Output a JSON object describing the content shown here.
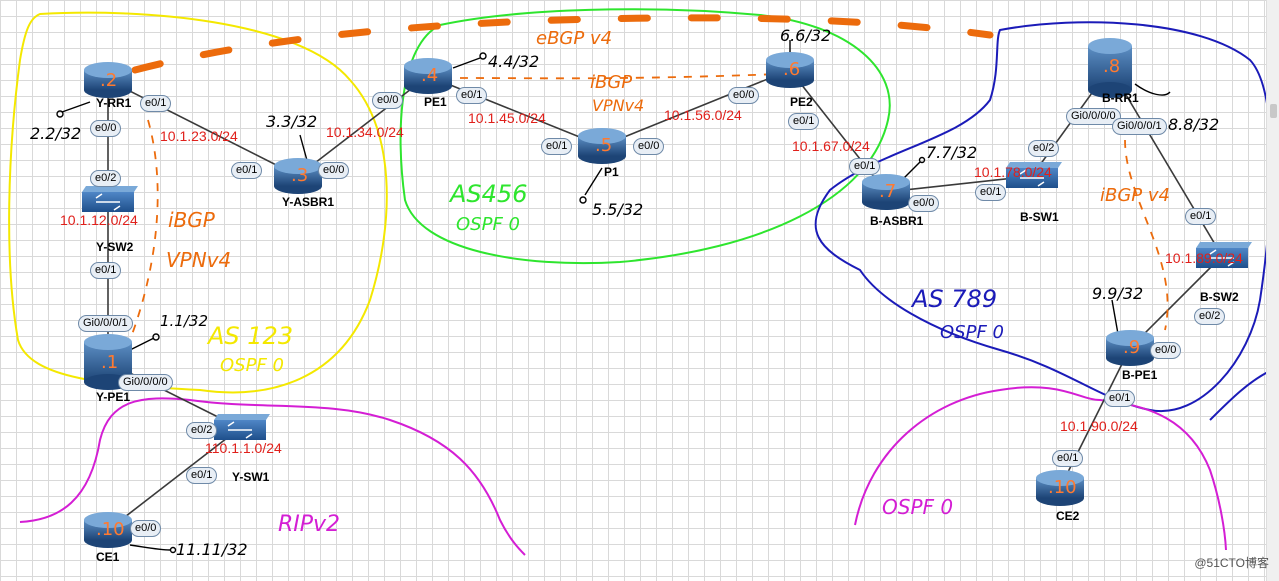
{
  "routers": [
    {
      "id": "yrr1",
      "badge": ".2",
      "name": "Y-RR1"
    },
    {
      "id": "ype1",
      "badge": ".1",
      "name": "Y-PE1"
    },
    {
      "id": "yasbr1",
      "badge": ".3",
      "name": "Y-ASBR1"
    },
    {
      "id": "pe1",
      "badge": ".4",
      "name": "PE1"
    },
    {
      "id": "p1",
      "badge": ".5",
      "name": "P1"
    },
    {
      "id": "pe2",
      "badge": ".6",
      "name": "PE2"
    },
    {
      "id": "brr1",
      "badge": ".8",
      "name": "B-RR1"
    },
    {
      "id": "basbr1",
      "badge": ".7",
      "name": "B-ASBR1"
    },
    {
      "id": "bpe1",
      "badge": ".9",
      "name": "B-PE1"
    },
    {
      "id": "ce1",
      "badge": ".10",
      "name": "CE1"
    },
    {
      "id": "ce2",
      "badge": ".10",
      "name": "CE2"
    }
  ],
  "switches": [
    {
      "id": "ysw2",
      "name": "Y-SW2"
    },
    {
      "id": "ysw1",
      "name": "Y-SW1"
    },
    {
      "id": "bsw1",
      "name": "B-SW1"
    },
    {
      "id": "bsw2",
      "name": "B-SW2"
    }
  ],
  "networks": [
    "10.1.23.0/24",
    "10.1.34.0/24",
    "10.1.45.0/24",
    "10.1.56.0/24",
    "10.1.67.0/24",
    "10.1.12.0/24",
    "10.1.78.0/24",
    "10.1.89.0/24",
    "110.1.1.0/24",
    "10.1.90.0/24"
  ],
  "ports": [
    "e0/1",
    "e0/0",
    "e0/2",
    "e0/1",
    "e0/0",
    "e0/1",
    "e0/0",
    "e0/1",
    "e0/0",
    "e0/1",
    "Gi0/0/0/1",
    "Gi0/0/0/0",
    "e0/2",
    "e0/1",
    "e0/0",
    "e0/1",
    "e0/0",
    "e0/1",
    "e0/1",
    "e0/0",
    "e0/1",
    "Gi0/0/0/0",
    "Gi0/0/0/1",
    "e0/2",
    "e0/1",
    "e0/0",
    "e0/1",
    "e0/0",
    "e0/1",
    "e0/2",
    "e0/1",
    "e0/0",
    "e0/0",
    "e0/1"
  ],
  "annotations": {
    "as123": "AS 123",
    "as123_ospf": "OSPF 0",
    "as456": "AS456",
    "as456_ospf": "OSPF 0",
    "as789": "AS 789",
    "as789_ospf": "OSPF 0",
    "ebgp": "eBGP v4",
    "ibgp_vpnv4_left": "iBGP",
    "ibgp_vpnv4_left2": "VPNv4",
    "ibgp_vpnv4_mid": "iBGP",
    "ibgp_vpnv4_mid2": "VPNv4",
    "ibgp_v4_right": "iBGP v4",
    "ripv2": "RIPv2",
    "ospf_bottom": "OSPF 0",
    "lo_yrr1": "2.2/32",
    "lo_yasbr1": "3.3/32",
    "lo_pe1": "4.4/32",
    "lo_pe2": "6.6/32",
    "lo_p1": "5.5/32",
    "lo_ype1": "1.1/32",
    "lo_ce1": "11.11/32",
    "lo_basbr1": "7.7/32",
    "lo_brr1": "8.8/32",
    "lo_bpe1": "9.9/32"
  },
  "watermark": "@51CTO博客",
  "colors": {
    "router": "#2c5282",
    "yellow": "#f4e800",
    "green": "#2ee52e",
    "blue": "#1b1bb8",
    "magenta": "#d41ed4",
    "orange": "#ec6b0c",
    "black_ink": "#000000"
  }
}
